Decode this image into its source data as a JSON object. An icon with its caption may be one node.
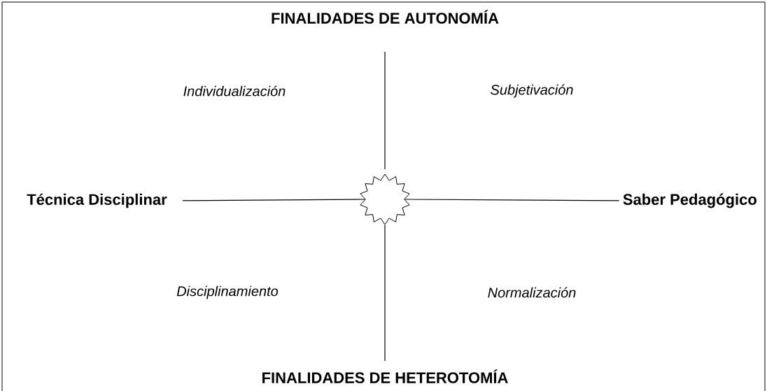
{
  "diagram": {
    "nodes": [
      {
        "text": [
          "FINALIDADES DE AUTONOMÍA"
        ]
      },
      {
        "text": [
          "Técnica Disciplinar"
        ]
      },
      {
        "text": [],
        "shape": "star"
      },
      {
        "text": [
          "Saber Pedagógico"
        ]
      },
      {
        "text": [
          "FINALIDADES DE HETEROTOMÍA"
        ]
      }
    ],
    "edges": [
      {
        "from": 0,
        "to": 2,
        "arrow": "none"
      },
      {
        "from": 1,
        "to": 2,
        "arrow": "none"
      },
      {
        "from": 2,
        "to": 3,
        "arrow": "none"
      },
      {
        "from": 2,
        "to": 4,
        "arrow": "none"
      }
    ],
    "labels": [
      "Individualización",
      "Subjetivación",
      "Disciplinamiento",
      "Normalización"
    ]
  }
}
